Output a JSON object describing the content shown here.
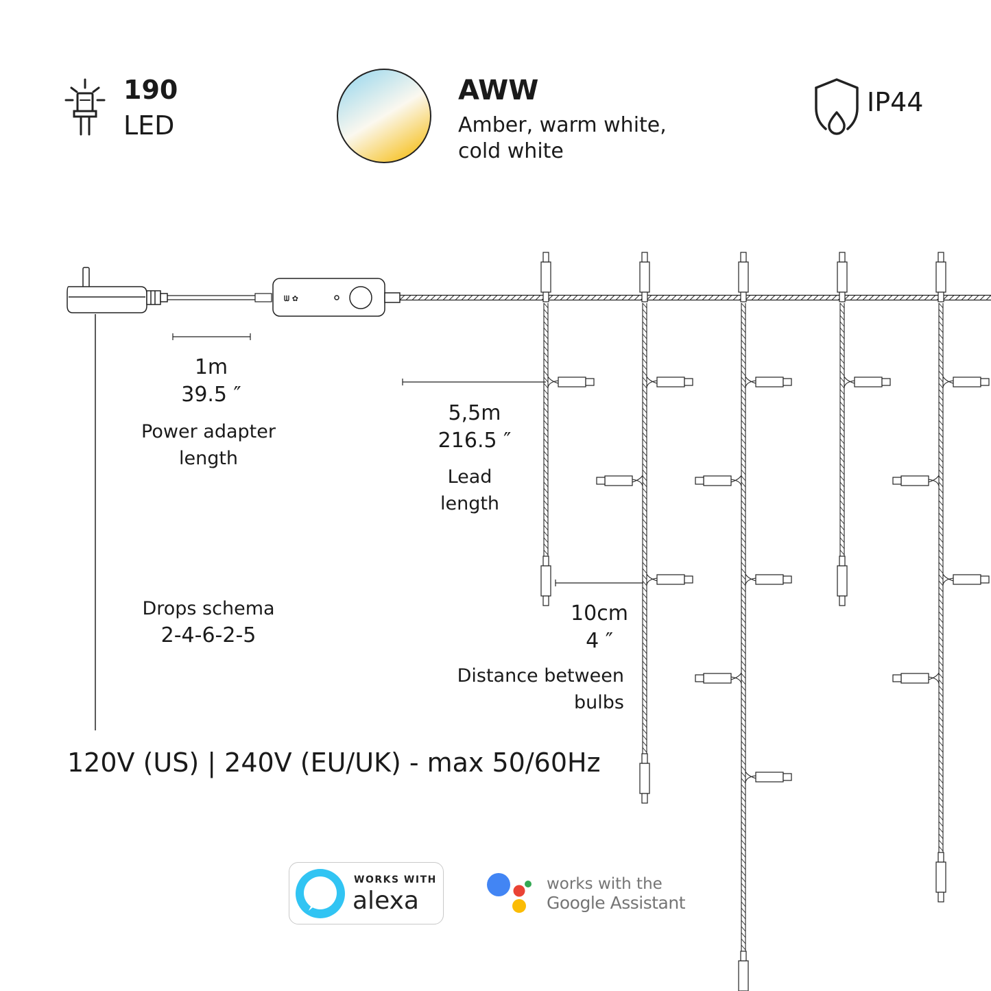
{
  "led": {
    "count": "190",
    "unit": "LED"
  },
  "color": {
    "code": "AWW",
    "line1": "Amber, warm white,",
    "line2": "cold white"
  },
  "ip": {
    "rating": "IP44"
  },
  "adapter": {
    "value1": "1m",
    "value2": "39.5 ″",
    "label1": "Power adapter",
    "label2": "length"
  },
  "lead": {
    "value1": "5,5m",
    "value2": "216.5 ″",
    "label1": "Lead",
    "label2": "length"
  },
  "bulbs": {
    "value1": "10cm",
    "value2": "4 ″",
    "label1": "Distance between",
    "label2": "bulbs"
  },
  "drops": {
    "label": "Drops schema",
    "value": "2-4-6-2-5"
  },
  "voltage": "120V (US) | 240V (EU/UK) - max 50/60Hz",
  "drop_counts": [
    2,
    4,
    6,
    2,
    5
  ],
  "icons": [
    "led-bulb-icon",
    "color-gradient-swatch",
    "water-shield-icon",
    "alexa-ring-icon",
    "google-assistant-dots-icon"
  ],
  "alexa": {
    "top": "WORKS WITH",
    "name": "alexa",
    "color": "#31c4f3"
  },
  "google": {
    "line1": "works with the",
    "line2": "Google Assistant",
    "colors": [
      "#4285F4",
      "#EA4335",
      "#FBBC05",
      "#34A853"
    ]
  },
  "colors": {
    "line": "#222222",
    "gradient": [
      "#a8dcec",
      "#fbf8ee",
      "#f7c21f"
    ]
  }
}
